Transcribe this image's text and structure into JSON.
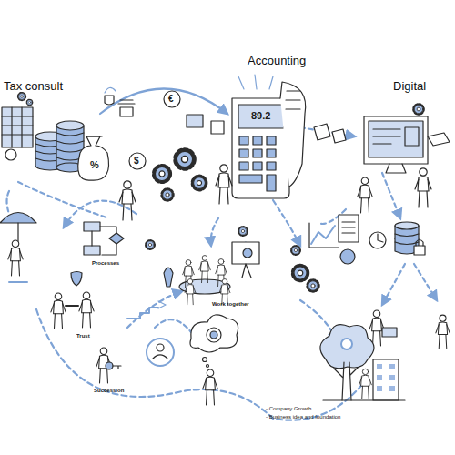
{
  "diagram": {
    "labels": [
      "Tax consult",
      "Accounting",
      "Digital",
      "89.2",
      "€",
      "$",
      "%",
      "Processes",
      "Trust",
      "Succession",
      "Work together",
      "- Company Growth",
      "- Business idea and foundation"
    ]
  }
}
